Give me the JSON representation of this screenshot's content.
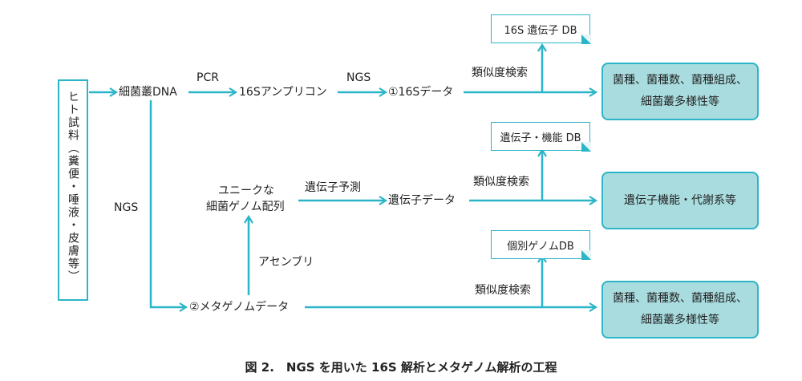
{
  "sample": "ヒト試料（糞便・唾液・皮膚等）",
  "nodes": {
    "dna": "細菌叢DNA",
    "amplicon": "16Sアンプリコン",
    "data16s": "①16Sデータ",
    "unique_line1": "ユニークな",
    "unique_line2": "細菌ゲノム配列",
    "gene_data": "遺伝子データ",
    "meta": "②メタゲノムデータ"
  },
  "edge_labels": {
    "pcr": "PCR",
    "ngs_top": "NGS",
    "ngs_left": "NGS",
    "gene_pred": "遺伝子予測",
    "assembly": "アセンブリ",
    "sim1": "類似度検索",
    "sim2": "類似度検索",
    "sim3": "類似度検索"
  },
  "databases": {
    "db16s": "16S 遺伝子 DB",
    "dbgene": "遺伝子・機能 DB",
    "dbgenome": "個別ゲノムDB"
  },
  "results": {
    "r1_line1": "菌種、菌種数、菌種組成、",
    "r1_line2": "細菌叢多様性等",
    "r2": "遺伝子機能・代謝系等",
    "r3_line1": "菌種、菌種数、菌種組成、",
    "r3_line2": "細菌叢多様性等"
  },
  "caption": "図 2.　NGS を用いた 16S 解析とメタゲノム解析の工程",
  "colors": {
    "accent": "#2bb5c8",
    "result_fill": "#a9dcdf"
  }
}
